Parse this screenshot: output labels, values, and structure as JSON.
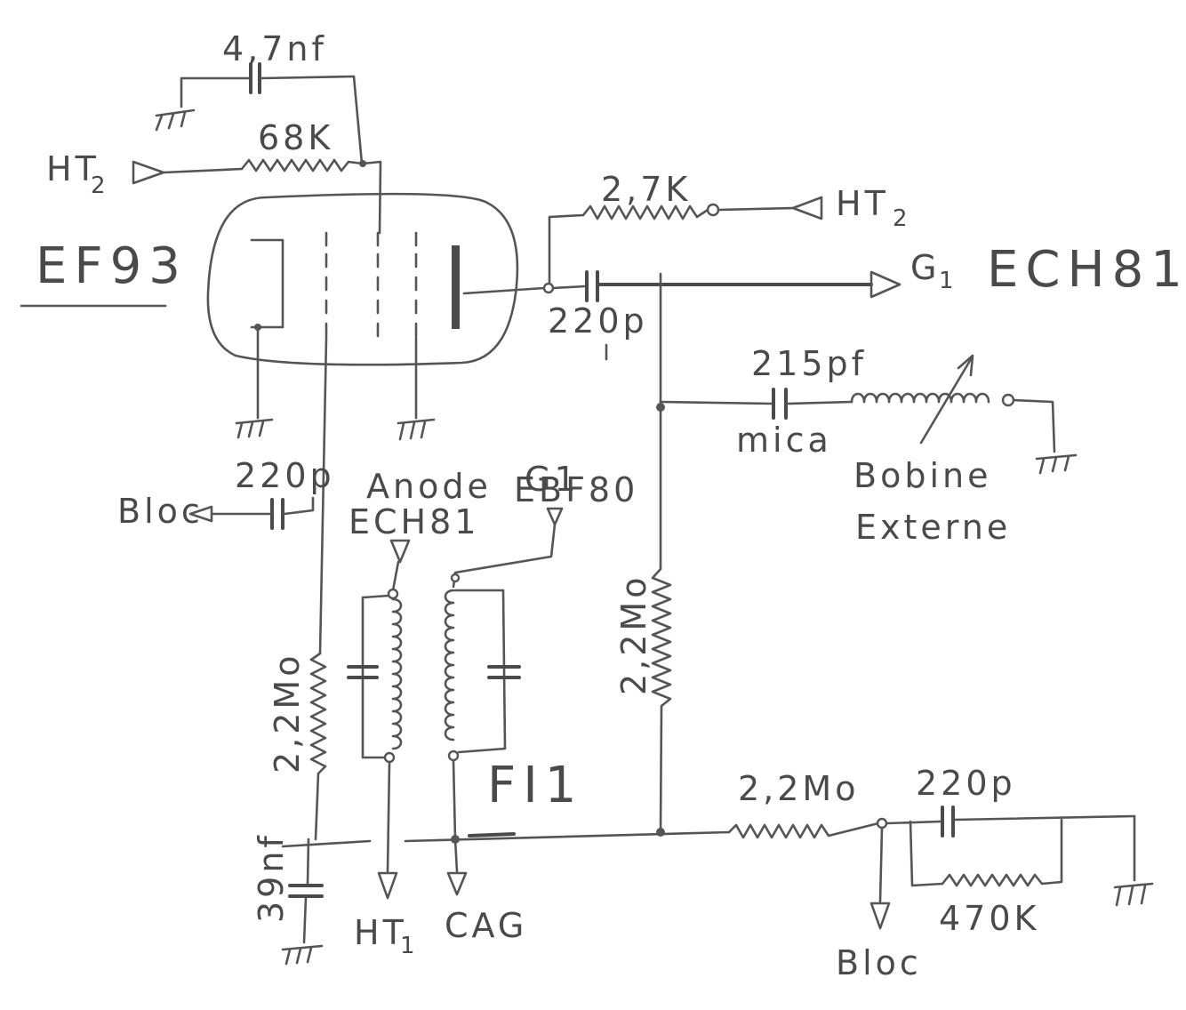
{
  "tube": {
    "name": "EF93"
  },
  "labels": {
    "c_4n7": "4,7nf",
    "r_68k": "68K",
    "ht2_left": "HT",
    "ht2_left_sub": "2",
    "r_2k7": "2,7K",
    "ht2_right": "HT",
    "ht2_right_sub": "2",
    "g1_ech81": "G",
    "g1_ech81_sub": "1",
    "g1_ech81_tube": "ECH81",
    "c_220p_anode": "220p",
    "c_215pf": "215pf",
    "mica": "mica",
    "bobine_1": "Bobine",
    "bobine_2": "Externe",
    "c_220p_bloc": "220p",
    "bloc_left": "Bloc",
    "anode_1": "Anode",
    "anode_2": "ECH81",
    "g1_ebf80_1": "G1",
    "g1_ebf80_2": "EBF80",
    "r_2m2_grid": "2,2Mo",
    "r_2m2_left": "2,2Mo",
    "fi1": "FI1",
    "c_39nf": "39nf",
    "ht1": "HT",
    "ht1_sub": "1",
    "cag": "CAG",
    "r_2m2_bottom": "2,2Mo",
    "c_220p_bottom": "220p",
    "r_470k": "470K",
    "bloc_bottom": "Bloc"
  }
}
